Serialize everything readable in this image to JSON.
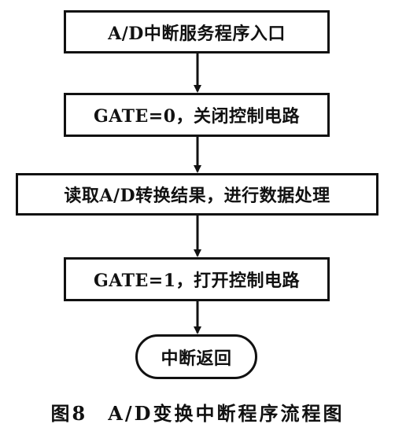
{
  "flowchart": {
    "steps": [
      {
        "label": "A/D中断服务程序入口"
      },
      {
        "label": "GATE=0，关闭控制电路"
      },
      {
        "label": "读取A/D转换结果，进行数据处理"
      },
      {
        "label": "GATE=1，打开控制电路"
      },
      {
        "label": "中断返回"
      }
    ]
  },
  "caption": {
    "figure_number": "图8",
    "title": "A/D变换中断程序流程图"
  },
  "colors": {
    "stroke": "#111111",
    "background": "#ffffff"
  }
}
